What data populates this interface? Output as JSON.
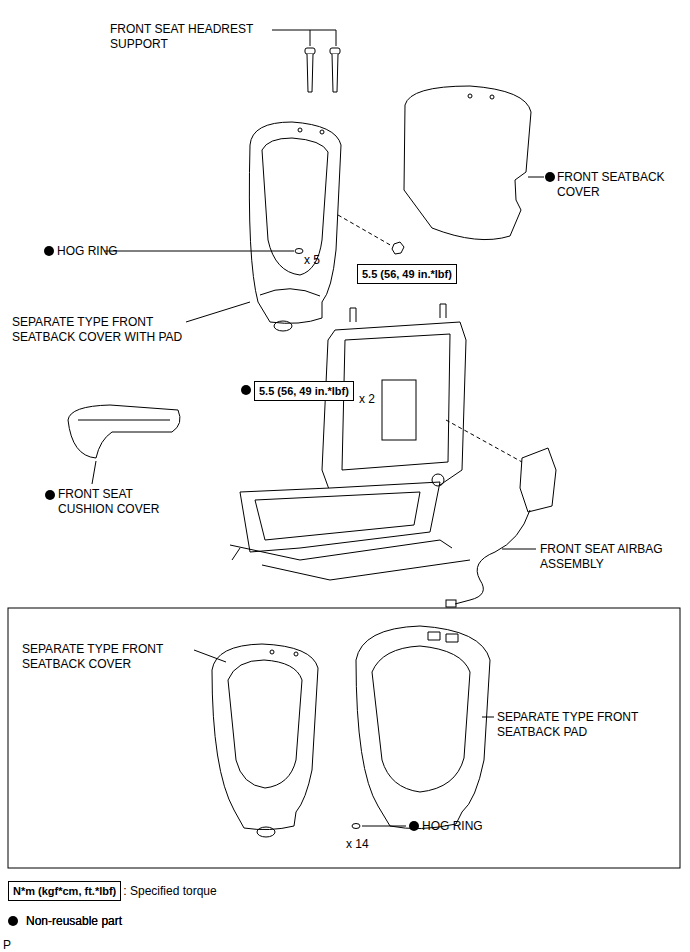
{
  "diagram": {
    "nodes": [
      {
        "text": [
          "5.5 (56, 49 in.*lbf)"
        ]
      },
      {
        "text": [
          "5.5 (56, 49 in.*lbf)"
        ]
      },
      {
        "text": [
          "N*m (kgf*cm, ft.*lbf)"
        ]
      }
    ],
    "labels": [
      "FRONT SEAT HEADREST SUPPORT",
      "FRONT SEATBACK COVER",
      "HOG RING",
      "x 5",
      "SEPARATE TYPE FRONT SEATBACK COVER WITH PAD",
      "x 2",
      "FRONT SEAT CUSHION COVER",
      "FRONT SEAT AIRBAG ASSEMBLY",
      "SEPARATE TYPE FRONT SEATBACK COVER",
      "SEPARATE TYPE FRONT SEATBACK PAD",
      "HOG RING",
      "x 14",
      ": Specified torque",
      "Non-reusable part",
      "P"
    ],
    "legend": [
      {
        "text": "Non-reusable part",
        "color": "#000000"
      }
    ]
  }
}
